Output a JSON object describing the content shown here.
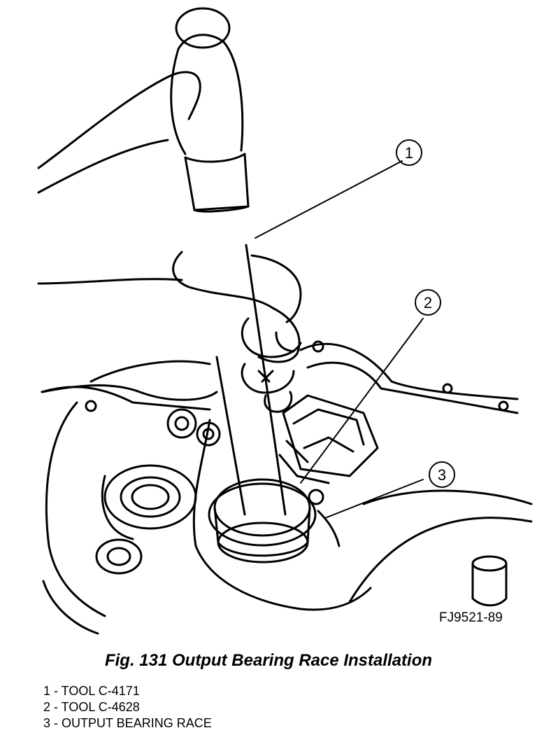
{
  "figure": {
    "id_label": "FJ9521-89",
    "callouts": [
      {
        "number": "1",
        "target": "TOOL C-4171"
      },
      {
        "number": "2",
        "target": "TOOL C-4628"
      },
      {
        "number": "3",
        "target": "OUTPUT BEARING RACE"
      }
    ]
  },
  "caption": "Fig. 131 Output Bearing Race Installation",
  "legend": [
    "1 - TOOL C-4171",
    "2 - TOOL C-4628",
    "3 - OUTPUT BEARING RACE"
  ]
}
